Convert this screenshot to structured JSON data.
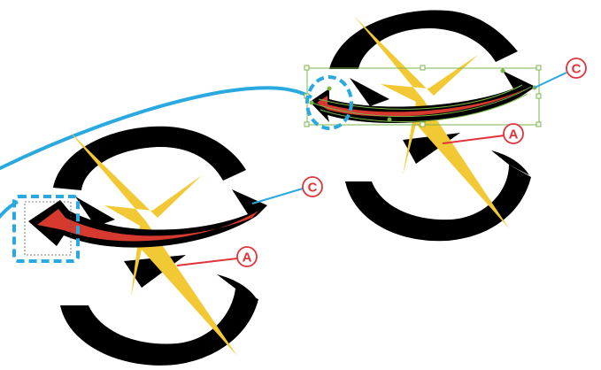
{
  "colors": {
    "background": "#ffffff",
    "logo_black": "#000000",
    "star_yellow": "#f2c935",
    "arrow_red": "#d63a2f",
    "guide_blue": "#2aa9e0",
    "callout_red": "#e0333a",
    "selection_green": "#7ab648"
  },
  "callouts": {
    "top_c": "C",
    "top_a": "A",
    "bottom_c": "C",
    "bottom_a": "A"
  },
  "icons": {
    "logo": "eye-star-logo",
    "selection": "bounding-box-handles",
    "highlight": "dashed-highlight-marker"
  }
}
